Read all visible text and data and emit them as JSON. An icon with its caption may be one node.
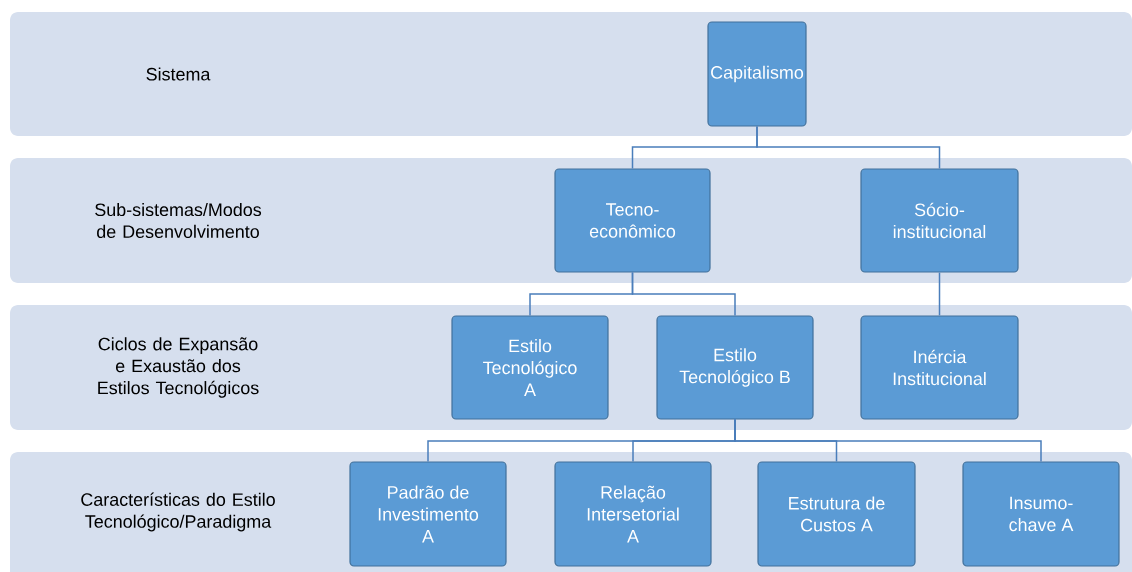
{
  "diagram": {
    "nodes": [
      {
        "text": [
          "Sistema"
        ]
      },
      {
        "text": [
          "Capitalismo"
        ],
        "in": 0
      },
      {
        "text": [
          "Sub-sistemas/Modos de Desenvolvimento"
        ]
      },
      {
        "text": [
          "Tecno-econômico"
        ],
        "in": 2
      },
      {
        "text": [
          "Sócio-institucional"
        ],
        "in": 2
      },
      {
        "text": [
          "Ciclos de Expansão e Exaustão dos Estilos Tecnológicos"
        ]
      },
      {
        "text": [
          "Estilo Tecnológico A"
        ],
        "in": 5
      },
      {
        "text": [
          "Estilo Tecnológico B"
        ],
        "in": 5
      },
      {
        "text": [
          "Inércia Institucional"
        ],
        "in": 5
      },
      {
        "text": [
          "Características do Estilo Tecnológico/Paradigma"
        ]
      },
      {
        "text": [
          "Padrão de Investimento A"
        ],
        "in": 9
      },
      {
        "text": [
          "Relação Intersetorial A"
        ],
        "in": 9
      },
      {
        "text": [
          "Estrutura de Custos A"
        ],
        "in": 9
      },
      {
        "text": [
          "Insumo-chave A"
        ],
        "in": 9
      }
    ],
    "edges": [
      {
        "from": 1,
        "to": 3,
        "arrow": "none"
      },
      {
        "from": 1,
        "to": 4,
        "arrow": "none"
      },
      {
        "from": 3,
        "to": 6,
        "arrow": "none"
      },
      {
        "from": 3,
        "to": 7,
        "arrow": "none"
      },
      {
        "from": 4,
        "to": 8,
        "arrow": "none"
      },
      {
        "from": 7,
        "to": 10,
        "arrow": "none"
      },
      {
        "from": 7,
        "to": 11,
        "arrow": "none"
      },
      {
        "from": 7,
        "to": 12,
        "arrow": "none"
      },
      {
        "from": 7,
        "to": 13,
        "arrow": "none"
      }
    ]
  }
}
